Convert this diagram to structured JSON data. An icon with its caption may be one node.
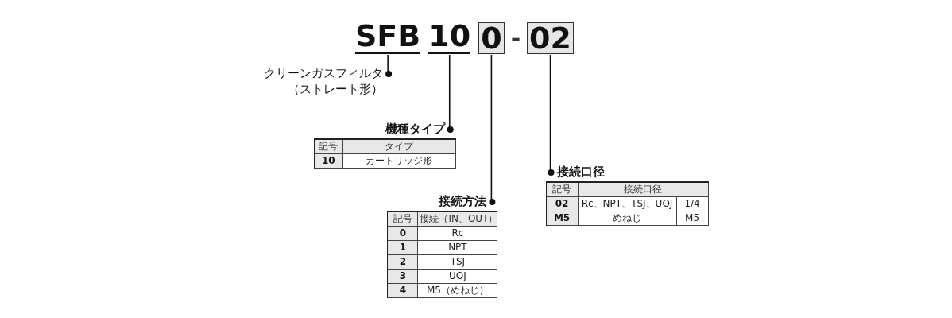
{
  "diagram": {
    "nodes": [
      {
        "text": [
          "SFB"
        ]
      },
      {
        "text": [
          "10"
        ]
      },
      {
        "text": [
          "0"
        ]
      },
      {
        "text": [
          "02"
        ]
      },
      {
        "text": [
          "クリーンガスフィルタ",
          "（ストレート形）"
        ]
      },
      {
        "text": [
          "機種タイプ",
          "記号",
          "タイプ",
          "10",
          "カートリッジ形"
        ]
      },
      {
        "text": [
          "接続方法",
          "記号",
          "接続（IN、OUT）",
          "0",
          "Rc",
          "1",
          "NPT",
          "2",
          "TSJ",
          "3",
          "UOJ",
          "4",
          "M5（めねじ）"
        ]
      },
      {
        "text": [
          "接続口径",
          "記号",
          "接続口径",
          "02",
          "Rc、NPT、TSJ、UOJ",
          "1/4",
          "M5",
          "めねじ",
          "M5"
        ]
      }
    ],
    "edges": [
      {
        "from": 0,
        "to": 4,
        "arrow": "other"
      },
      {
        "from": 1,
        "to": 5,
        "arrow": "other"
      },
      {
        "from": 2,
        "to": 6,
        "arrow": "other"
      },
      {
        "from": 3,
        "to": 7,
        "arrow": "other"
      }
    ],
    "labels": [
      "-"
    ]
  }
}
